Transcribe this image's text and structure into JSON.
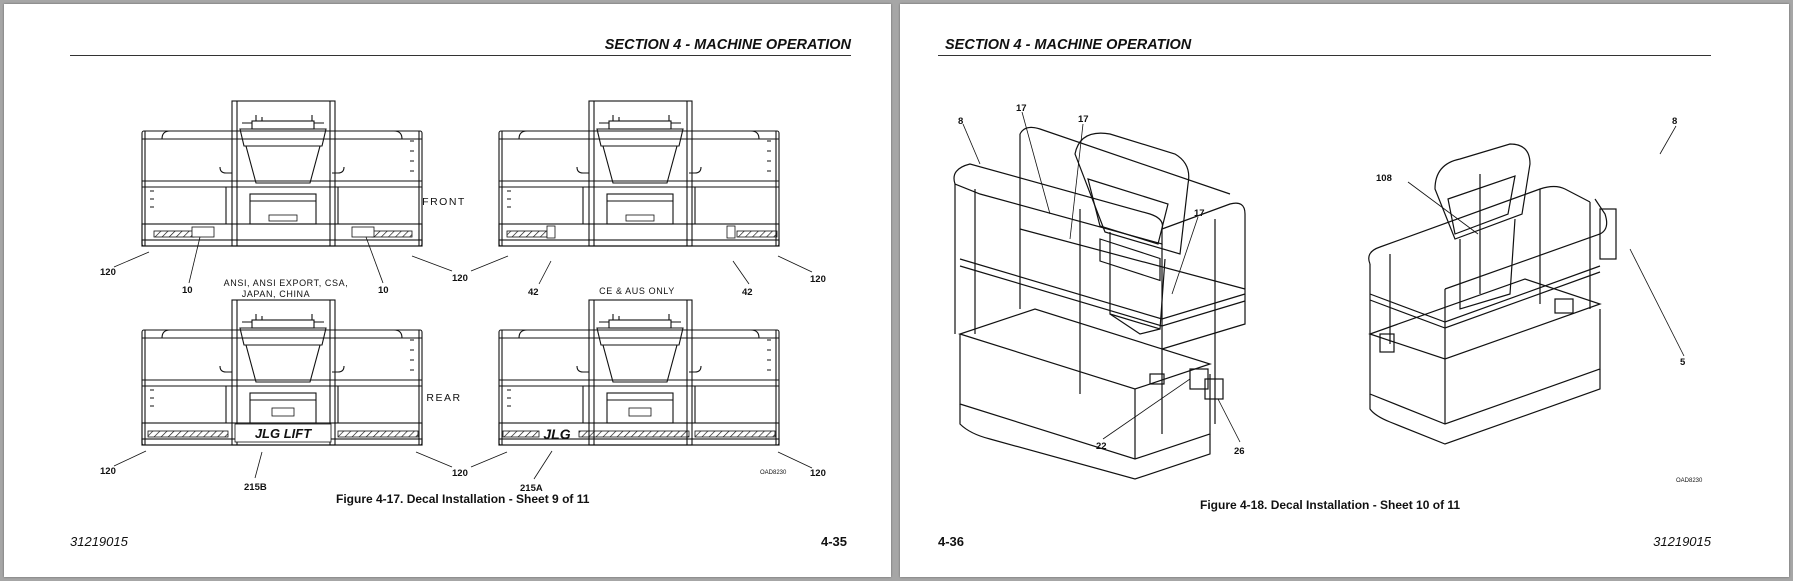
{
  "page_left": {
    "header": "SECTION 4 - MACHINE OPERATION",
    "footer_doc_number": "31219015",
    "footer_page_number": "4-35",
    "figure_caption": "Figure 4-17. Decal Installation - Sheet 9 of 11",
    "view_labels": {
      "front": "FRONT",
      "rear": "REAR"
    },
    "variant_labels": {
      "ansi_line1": "ANSI, ANSI EXPORT, CSA,",
      "ansi_line2": "JAPAN, CHINA",
      "ce": "CE & AUS ONLY"
    },
    "drawing_id": "OAD8230",
    "brand_text": "JLG LIFT",
    "callouts": {
      "a1": "120",
      "a2": "10",
      "a3": "10",
      "a4": "120",
      "b1": "120",
      "b2": "42",
      "b3": "42",
      "b4": "120",
      "c1": "120",
      "c2": "215B",
      "c3": "120",
      "d1": "120",
      "d2": "215A",
      "d3": "120"
    }
  },
  "page_right": {
    "header": "SECTION 4 - MACHINE OPERATION",
    "footer_doc_number": "31219015",
    "footer_page_number": "4-36",
    "figure_caption": "Figure 4-18. Decal Installation - Sheet 10 of 11",
    "drawing_id": "OAD8230",
    "callouts": {
      "l8": "8",
      "l17a": "17",
      "l17b": "17",
      "l17c": "17",
      "l22": "22",
      "l26": "26",
      "r108": "108",
      "r8": "8",
      "r5": "5"
    }
  }
}
